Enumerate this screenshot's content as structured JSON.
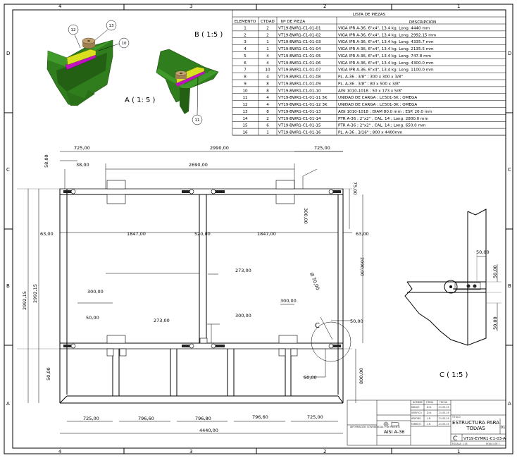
{
  "zones": {
    "columns": [
      "4",
      "3",
      "2",
      "1"
    ],
    "rows": [
      "D",
      "C",
      "B",
      "A"
    ]
  },
  "parts_list": {
    "title": "LISTA DE PIEZAS",
    "headers": [
      "ELEMENTO",
      "CTDAD",
      "Nº DE PIEZA",
      "DESCRIPCIÓN"
    ],
    "rows": [
      {
        "el": "1",
        "qty": "2",
        "part": "VT19-BWR1-C1-01-01",
        "desc": "VIGA IPR A-36,   6\"x4\",  13.4 kg.  Long. 4440 mm"
      },
      {
        "el": "2",
        "qty": "2",
        "part": "VT19-BWR1-C1-01-02",
        "desc": "VIGA IPR A-36,   6\"x4\",  13.4 kg.  Long. 2992.15 mm"
      },
      {
        "el": "3",
        "qty": "1",
        "part": "VT19-BWR1-C1-01-03",
        "desc": "VIGA IPR A-36,   6\"x4\",  13.4 kg.  Long. 4335.7 mm"
      },
      {
        "el": "4",
        "qty": "1",
        "part": "VT19-BWR1-C1-01-04",
        "desc": "VIGA IPR A-36,   6\"x4\",  13.4 kg.  Long. 2135.5 mm"
      },
      {
        "el": "5",
        "qty": "4",
        "part": "VT19-BWR1-C1-01-05",
        "desc": "VIGA IPR A-36,   6\"x4\",  13.4 kg.  Long. 747.8 mm"
      },
      {
        "el": "6",
        "qty": "4",
        "part": "VT19-BWR1-C1-01-06",
        "desc": "VIGA IPR A-36,   6\"x4\",  13.4 kg.  Long. 4300.0 mm"
      },
      {
        "el": "7",
        "qty": "10",
        "part": "VT19-BWR1-C1-01-07",
        "desc": "VIGA IPR A-36,   6\"x4\",  13.4 kg.  Long. 1100.0 mm"
      },
      {
        "el": "8",
        "qty": "4",
        "part": "VT19-BWR1-C1-01-08",
        "desc": "PL. A-36 , 3/8\"  ;  300 x 300 x 3/8\""
      },
      {
        "el": "9",
        "qty": "8",
        "part": "VT19-BWR1-C1-01-09",
        "desc": "PL. A-36 , 3/8\"  ;  80 x 500 x 3/8\""
      },
      {
        "el": "10",
        "qty": "8",
        "part": "VT19-BWR1-C1-01-10",
        "desc": "AISI 1010-1018 ;  50 x 173 x 5/8\""
      },
      {
        "el": "11",
        "qty": "4",
        "part": "VT19-BWR1-C1-01-11   5K",
        "desc": "UNIDAD DE CARGA ;  LC501-5K ; OMEGA"
      },
      {
        "el": "12",
        "qty": "4",
        "part": "VT19-BWR1-C1-01-12   3K",
        "desc": "UNIDAD DE CARGA ;  LC501-3K ; OMEGA"
      },
      {
        "el": "13",
        "qty": "8",
        "part": "VT19-BWR1-C1-01-13",
        "desc": "AISI 1010-1018 ;  DIAM 80.0 mm  ; ESP. 20.0 mm"
      },
      {
        "el": "14",
        "qty": "2",
        "part": "VT19-BWR1-C1-01-14",
        "desc": "PTR A-36 ; 2\"x2\" , CAL. 14  ;  Long. 2800.0 mm"
      },
      {
        "el": "15",
        "qty": "6",
        "part": "VT19-BWR1-C1-01-15",
        "desc": "PTR A-36 ; 2\"x2\" , CAL. 14  ;  Long. 650.0 mm"
      },
      {
        "el": "16",
        "qty": "1",
        "part": "VT19-BWR1-C1-01-16",
        "desc": "PL. A-36 , 3/16\"  ;  800 x 4400mm"
      }
    ]
  },
  "views": {
    "detail_a": "A ( 1: 5 )",
    "detail_b": "B ( 1:5 )",
    "detail_c": "C ( 1:5 )",
    "detail_c_marker": "C",
    "balloons": [
      "12",
      "13",
      "10",
      "11"
    ]
  },
  "dimensions": {
    "main": [
      "725,00",
      "2990,00",
      "725,00",
      "58,00",
      "38,00",
      "2690,00",
      "75,00",
      "300,00",
      "63,00",
      "1847,00",
      "520,00",
      "1847,00",
      "63,00",
      "2992,15",
      "2992,15",
      "2090,00",
      "273,00",
      "300,00",
      "Ø 70,00",
      "50,00",
      "273,00",
      "300,00",
      "300,00",
      "50,00",
      "50,00",
      "800,00",
      "50,00"
    ],
    "bottom": [
      "725,00",
      "796,60",
      "796,80",
      "796,60",
      "725,00",
      "4440,00"
    ],
    "detail_c": [
      "50,00",
      "50,00",
      "50,00"
    ]
  },
  "title_block": {
    "title": "ESTRUCTURA PARA TOLVAS",
    "title_label": "TÍTULO:",
    "size": "C",
    "drawing_number": "VT19-EYMR1-C1-03-A",
    "revision": "01",
    "material": "AISI A-36",
    "dibujo": "DIBUJÓ",
    "verifico": "VERIFICÓ",
    "aprobo": "APROBÓ",
    "fabrico": "FABRICÓ",
    "names": [
      "D.N.",
      "D.N.",
      "L.R.",
      "L.R."
    ],
    "dates": [
      "21-05-19",
      "21-05-19",
      "21-05-19",
      "21-05-19"
    ],
    "col_heads": [
      "NOMBRE",
      "FIRMA",
      "FECHA"
    ],
    "notes_left": "INFORMACIÓN CONFIDENCIAL Y DE PATENTE",
    "scale_label": "ESCALA: 1:15",
    "sheet_label": "HOJA 1 DE 1"
  }
}
